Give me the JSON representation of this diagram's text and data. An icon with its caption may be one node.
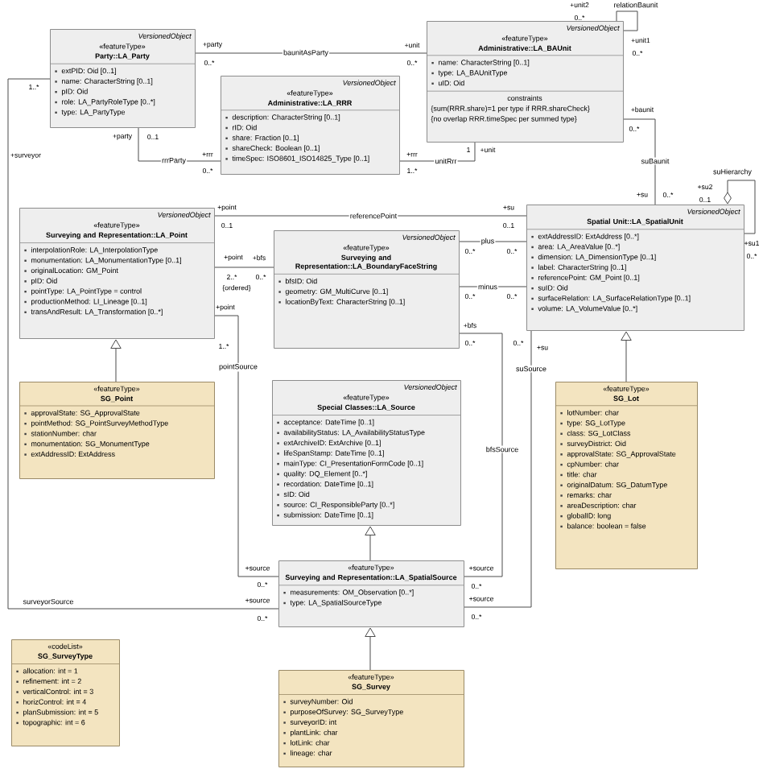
{
  "diagram": {
    "nodes": [
      {
        "text": [
          "VersionedObject",
          "«featureType»",
          "Party::LA_Party",
          "extPID: Oid [0..1]",
          "name: CharacterString [0..1]",
          "pID: Oid",
          "role: LA_PartyRoleType [0..*]",
          "type: LA_PartyType"
        ]
      },
      {
        "text": [
          "VersionedObject",
          "«featureType»",
          "Administrative::LA_RRR",
          "description: CharacterString [0..1]",
          "rID: Oid",
          "share: Fraction [0..1]",
          "shareCheck: Boolean [0..1]",
          "timeSpec: ISO8601_ISO14825_Type [0..1]"
        ]
      },
      {
        "text": [
          "VersionedObject",
          "«featureType»",
          "Administrative::LA_BAUnit",
          "name: CharacterString [0..1]",
          "type: LA_BAUnitType",
          "uID: Oid",
          "constraints",
          "{sum(RRR.share)=1 per type if RRR.shareCheck}",
          "{no overlap RRR.timeSpec per summed type}"
        ]
      },
      {
        "text": [
          "VersionedObject",
          "«featureType»",
          "Surveying and Representation::LA_Point",
          "interpolationRole: LA_InterpolationType",
          "monumentation: LA_MonumentationType [0..1]",
          "originalLocation: GM_Point",
          "pID: Oid",
          "pointType: LA_PointType = control",
          "productionMethod: LI_Lineage [0..1]",
          "transAndResult: LA_Transformation [0..*]"
        ]
      },
      {
        "text": [
          "VersionedObject",
          "«featureType»",
          "Surveying and Representation::LA_BoundaryFaceString",
          "bfsID: Oid",
          "geometry: GM_MultiCurve [0..1]",
          "locationByText: CharacterString [0..1]"
        ]
      },
      {
        "text": [
          "VersionedObject",
          "Spatial Unit::LA_SpatialUnit",
          "extAddressID: ExtAddress [0..*]",
          "area: LA_AreaValue [0..*]",
          "dimension: LA_DimensionType [0..1]",
          "label: CharacterString [0..1]",
          "referencePoint: GM_Point [0..1]",
          "suID: Oid",
          "surfaceRelation: LA_SurfaceRelationType [0..1]",
          "volume: LA_VolumeValue [0..*]"
        ]
      },
      {
        "text": [
          "«featureType»",
          "SG_Lot",
          "lotNumber: char",
          "type: SG_LotType",
          "class: SG_LotClass",
          "surveyDistrict: Oid",
          "approvalState: SG_ApprovalState",
          "cpNumber: char",
          "title: char",
          "originalDatum: SG_DatumType",
          "remarks: char",
          "areaDescription: char",
          "globalID: long",
          "balance: boolean = false"
        ]
      },
      {
        "text": [
          "«featureType»",
          "SG_Point",
          "approvalState: SG_ApprovalState",
          "pointMethod: SG_PointSurveyMethodType",
          "stationNumber: char",
          "monumentation: SG_MonumentType",
          "extAddressID: ExtAddress"
        ]
      },
      {
        "text": [
          "VersionedObject",
          "«featureType»",
          "Special Classes::LA_Source",
          "acceptance: DateTime [0..1]",
          "availabilityStatus: LA_AvailabilityStatusType",
          "extArchiveID: ExtArchive [0..1]",
          "lifeSpanStamp: DateTime [0..1]",
          "mainType: CI_PresentationFormCode [0..1]",
          "quality: DQ_Element [0..*]",
          "recordation: DateTime [0..1]",
          "sID: Oid",
          "source: CI_ResponsibleParty [0..*]",
          "submission: DateTime [0..1]"
        ]
      },
      {
        "text": [
          "«featureType»",
          "Surveying and Representation::LA_SpatialSource",
          "measurements: OM_Observation [0..*]",
          "type: LA_SpatialSourceType"
        ]
      },
      {
        "text": [
          "«featureType»",
          "SG_Survey",
          "surveyNumber: Oid",
          "purposeOfSurvey: SG_SurveyType",
          "surveyorID: int",
          "plantLink: char",
          "lotLink: char",
          "lineage: char"
        ]
      },
      {
        "text": [
          "«codeList»",
          "SG_SurveyType",
          "allocation: int = 1",
          "refinement: int = 2",
          "verticalControl: int = 3",
          "horizControl: int = 4",
          "planSubmission: int = 5",
          "topographic: int = 6"
        ]
      }
    ],
    "edges": [
      {
        "from": 0,
        "to": 2,
        "arrow": "none",
        "label": "baunitAsParty"
      },
      {
        "from": 0,
        "to": 1,
        "arrow": "none",
        "label": "rrrParty"
      },
      {
        "from": 1,
        "to": 2,
        "arrow": "none",
        "label": "unitRrr"
      },
      {
        "from": 2,
        "to": 2,
        "arrow": "none",
        "label": "relationBaunit"
      },
      {
        "from": 2,
        "to": 5,
        "arrow": "none",
        "label": "suBaunit"
      },
      {
        "from": 5,
        "to": 5,
        "arrow": "other",
        "label": "suHierarchy"
      },
      {
        "from": 3,
        "to": 5,
        "arrow": "none",
        "label": "referencePoint"
      },
      {
        "from": 3,
        "to": 4,
        "arrow": "none"
      },
      {
        "from": 4,
        "to": 5,
        "arrow": "none",
        "label": "plus"
      },
      {
        "from": 4,
        "to": 5,
        "arrow": "none",
        "label": "minus"
      },
      {
        "from": 3,
        "to": 9,
        "arrow": "none",
        "label": "pointSource"
      },
      {
        "from": 4,
        "to": 9,
        "arrow": "none",
        "label": "bfsSource"
      },
      {
        "from": 5,
        "to": 9,
        "arrow": "none",
        "label": "suSource"
      },
      {
        "from": 0,
        "to": 9,
        "arrow": "none",
        "label": "surveyorSource"
      },
      {
        "from": 7,
        "to": 3,
        "arrow": "to"
      },
      {
        "from": 6,
        "to": 5,
        "arrow": "to"
      },
      {
        "from": 9,
        "to": 8,
        "arrow": "to"
      },
      {
        "from": 10,
        "to": 9,
        "arrow": "to"
      }
    ],
    "labels": [
      "+unit2",
      "0..*",
      "+party",
      "0..*",
      "+unit",
      "0..*",
      "+unit1",
      "0..*",
      "1..*",
      "+baunit",
      "0..*",
      "+party",
      "0..1",
      "+surveyor",
      "+rrr",
      "0..*",
      "+rrr",
      "1..*",
      "1",
      "+unit",
      "+su2",
      "0..1",
      "+su",
      "0..*",
      "+point",
      "0..1",
      "+su",
      "0..1",
      "+su1",
      "0..*",
      "0..*",
      "0..*",
      "+point",
      "+bfs",
      "2..*",
      "0..*",
      "{ordered}",
      "0..*",
      "0..*",
      "+point",
      "+bfs",
      "1..*",
      "0..*",
      "0..*",
      "+su",
      "+source",
      "0..*",
      "+source",
      "0..*",
      "+source",
      "0..*",
      "+source",
      "0..*"
    ]
  }
}
